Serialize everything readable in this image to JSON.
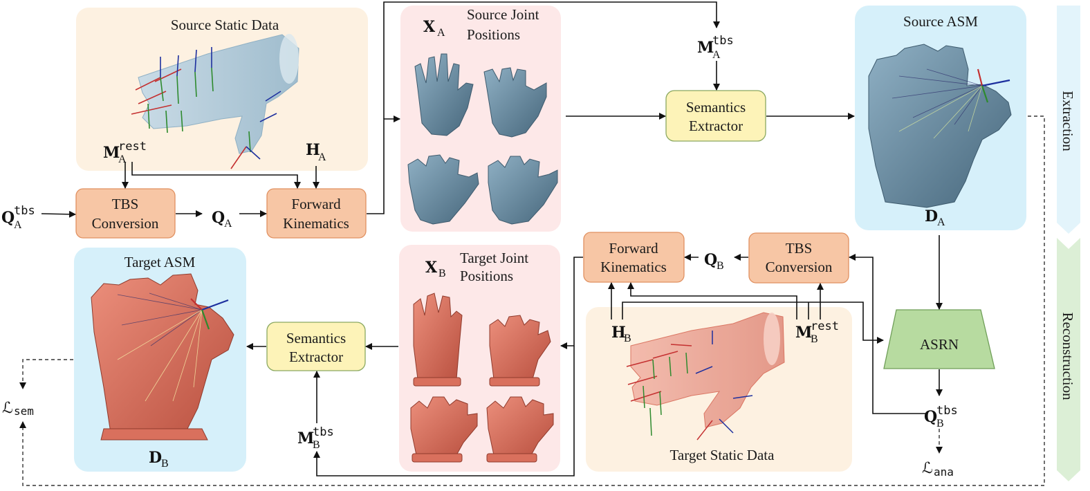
{
  "panels": {
    "source_static": "Source Static Data",
    "source_joint": [
      "Source Joint",
      "Positions"
    ],
    "source_asm": "Source ASM",
    "target_asm": "Target ASM",
    "target_joint": [
      "Target Joint",
      "Positions"
    ],
    "target_static": "Target Static Data"
  },
  "nodes": {
    "tbs_a": [
      "TBS",
      "Conversion"
    ],
    "fk_a": [
      "Forward",
      "Kinematics"
    ],
    "sem_a": [
      "Semantics",
      "Extractor"
    ],
    "fk_b": [
      "Forward",
      "Kinematics"
    ],
    "tbs_b": [
      "TBS",
      "Conversion"
    ],
    "sem_b": [
      "Semantics",
      "Extractor"
    ],
    "asrn": "ASRN"
  },
  "symbols": {
    "m_rest_a": {
      "base": "M",
      "sup": "rest",
      "sub": "A"
    },
    "h_a": {
      "base": "H",
      "sub": "A"
    },
    "q_tbs_a": {
      "base": "Q",
      "sup": "tbs",
      "sub": "A"
    },
    "q_a": {
      "base": "Q",
      "sub": "A"
    },
    "x_a": {
      "base": "X",
      "sub": "A"
    },
    "m_tbs_a": {
      "base": "M",
      "sup": "tbs",
      "sub": "A"
    },
    "d_a": {
      "base": "D",
      "sub": "A"
    },
    "q_b": {
      "base": "Q",
      "sub": "B"
    },
    "h_b": {
      "base": "H",
      "sub": "B"
    },
    "m_rest_b": {
      "base": "M",
      "sup": "rest",
      "sub": "B"
    },
    "x_b": {
      "base": "X",
      "sub": "B"
    },
    "m_tbs_b": {
      "base": "M",
      "sup": "tbs",
      "sub": "B"
    },
    "d_b": {
      "base": "D",
      "sub": "B"
    },
    "q_tbs_b": {
      "base": "Q",
      "sup": "tbs",
      "sub": "B"
    },
    "l_sem": {
      "base": "ℒ",
      "sub": "sem"
    },
    "l_ana": {
      "base": "ℒ",
      "sub": "ana"
    }
  },
  "stages": {
    "extraction": "Extraction",
    "reconstruction": "Reconstruction"
  },
  "colors": {
    "static_bg": "#fdf1e1",
    "joint_bg": "#fde8e8",
    "asm_bg": "#d6f0fa",
    "process_fill": "#f7c6a5",
    "process_stroke": "#e09060",
    "extractor_fill": "#fdf3b8",
    "extractor_stroke": "#8aa860",
    "asrn_fill": "#b7dba0",
    "asrn_stroke": "#6f9e58",
    "hand_blue": "#5b7f96",
    "hand_red": "#d9705d",
    "stage_extraction": "#e3f4fb",
    "stage_reconstruction": "#dcefd6"
  }
}
